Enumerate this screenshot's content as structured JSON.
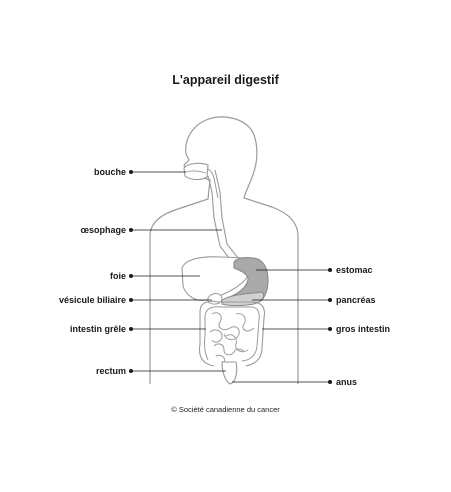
{
  "title": "L'appareil digestif",
  "credit": "© Société canadienne du cancer",
  "labels": {
    "bouche": "bouche",
    "oesophage": "œsophage",
    "foie": "foie",
    "vesicule": "vésicule biliaire",
    "intestin_grele": "intestin grêle",
    "rectum": "rectum",
    "estomac": "estomac",
    "pancreas": "pancréas",
    "gros_intestin": "gros intestin",
    "anus": "anus"
  },
  "colors": {
    "outline": "#9a9a9a",
    "organ_fill": "#ffffff",
    "stomach_fill": "#a9a9a9",
    "pancreas_fill": "#d0d0d0",
    "leader": "#1a1a1a"
  }
}
